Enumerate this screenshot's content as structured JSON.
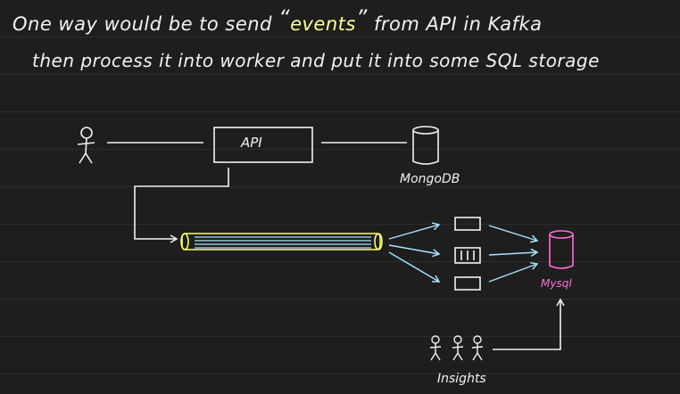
{
  "note": {
    "line1_prefix": "One way would be to send ",
    "line1_open_quote": "“",
    "line1_highlight": "events",
    "line1_close_quote": "”",
    "line1_suffix": " from API in Kafka",
    "line2": "then process it into worker and put it into some SQL storage"
  },
  "diagram": {
    "api_label": "API",
    "mongodb_label": "MongoDB",
    "mysql_label": "Mysql",
    "insights_label": "Insights"
  },
  "colors": {
    "background": "#1e1e1e",
    "ink": "#f2f2f2",
    "highlight": "#ffff9a",
    "kafka_outline": "#ffff66",
    "kafka_flow": "#a8e4ff",
    "mysql": "#ff6fd8"
  },
  "icons": [
    "user-icon",
    "database-icon",
    "kafka-topic-icon",
    "worker-box-icon",
    "users-group-icon",
    "arrow-icon"
  ]
}
